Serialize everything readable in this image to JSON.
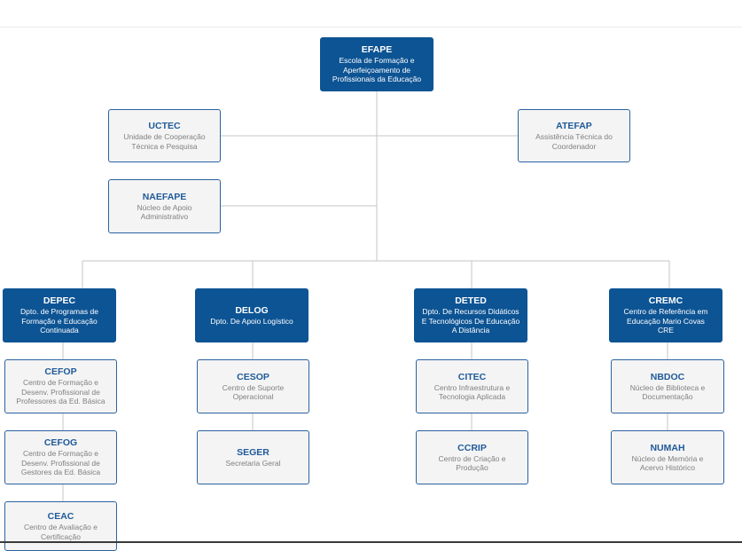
{
  "org_chart": {
    "efape": {
      "acronym": "EFAPE",
      "name": "Escola de Formação e\nAperfeiçoamento de\nProfissionais da Educação"
    },
    "uctec": {
      "acronym": "UCTEC",
      "name": "Unidade de Cooperação\nTécnica e Pesquisa"
    },
    "atefap": {
      "acronym": "ATEFAP",
      "name": "Assistência Técnica do\nCoordenador"
    },
    "naefape": {
      "acronym": "NAEFAPE",
      "name": "Núcleo de Apoio\nAdministrativo"
    },
    "depec": {
      "acronym": "DEPEC",
      "name": "Dpto. de Programas de\nFormação e Educação\nContinuada"
    },
    "delog": {
      "acronym": "DELOG",
      "name": "Dpto. De Apoio Logístico"
    },
    "deted": {
      "acronym": "DETED",
      "name": "Dpto. De Recursos Didáticos\nE Tecnológicos De Educação\nA Distância"
    },
    "cremc": {
      "acronym": "CREMC",
      "name": "Centro de Referência em\nEducação Mario Covas\nCRE"
    },
    "cefop": {
      "acronym": "CEFOP",
      "name": "Centro de Formação e\nDesenv. Profissional de\nProfessores da Ed. Básica"
    },
    "cefog": {
      "acronym": "CEFOG",
      "name": "Centro de Formação e\nDesenv. Profissional de\nGestores da Ed. Básica"
    },
    "ceac": {
      "acronym": "CEAC",
      "name": "Centro de Avaliação e\nCertificação"
    },
    "cesop": {
      "acronym": "CESOP",
      "name": "Centro de Suporte\nOperacional"
    },
    "seger": {
      "acronym": "SEGER",
      "name": "Secretaria Geral"
    },
    "citec": {
      "acronym": "CITEC",
      "name": "Centro Infraestrutura e\nTecnologia Aplicada"
    },
    "ccrip": {
      "acronym": "CCRIP",
      "name": "Centro de Criação e\nProdução"
    },
    "nbdoc": {
      "acronym": "NBDOC",
      "name": "Núcleo de Biblioteca e\nDocumentação"
    },
    "numah": {
      "acronym": "NUMAH",
      "name": "Núcleo de Memória e\nAcervo Histórico"
    }
  },
  "colors": {
    "primary_box": "#0d5494",
    "secondary_border": "#2a62a0",
    "secondary_fill": "#f4f4f4",
    "connector": "#c4c4c4"
  }
}
